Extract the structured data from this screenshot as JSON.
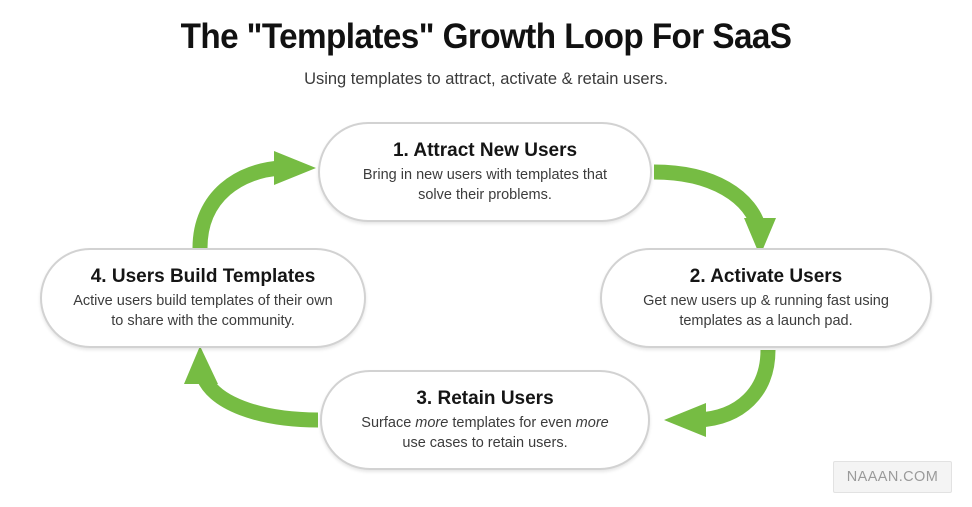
{
  "header": {
    "title": "The \"Templates\" Growth Loop For SaaS",
    "subtitle": "Using templates to attract, activate & retain users."
  },
  "colors": {
    "arrow_green": "#76bc43",
    "node_border": "#d2d2d2",
    "node_fill": "#ffffff",
    "title_text": "#111111",
    "body_text": "#3c3c3c",
    "watermark_text": "#9a9a9a",
    "background": "#ffffff"
  },
  "diagram": {
    "type": "cycle-loop",
    "direction": "clockwise",
    "nodes": [
      {
        "id": "attract",
        "title": "1. Attract New Users",
        "desc_line1": "Bring in new users with templates that",
        "desc_line2": "solve their problems."
      },
      {
        "id": "activate",
        "title": "2. Activate Users",
        "desc_line1": "Get new users up & running fast using",
        "desc_line2": "templates as a launch pad."
      },
      {
        "id": "retain",
        "title": "3. Retain Users",
        "desc_pre": "Surface ",
        "desc_em1": "more",
        "desc_mid": " templates for even ",
        "desc_em2": "more",
        "desc_line2": "use cases to retain users."
      },
      {
        "id": "build",
        "title": "4. Users Build Templates",
        "desc_line1": "Active users build templates of their own",
        "desc_line2": "to share with the community."
      }
    ],
    "arrows": [
      {
        "id": "arrow-1-to-2",
        "from": "attract",
        "to": "activate",
        "head": "down"
      },
      {
        "id": "arrow-2-to-3",
        "from": "activate",
        "to": "retain",
        "head": "left"
      },
      {
        "id": "arrow-3-to-4",
        "from": "retain",
        "to": "build",
        "head": "up"
      },
      {
        "id": "arrow-4-to-1",
        "from": "build",
        "to": "attract",
        "head": "right"
      }
    ]
  },
  "watermark": {
    "label": "NAAAN.COM"
  }
}
